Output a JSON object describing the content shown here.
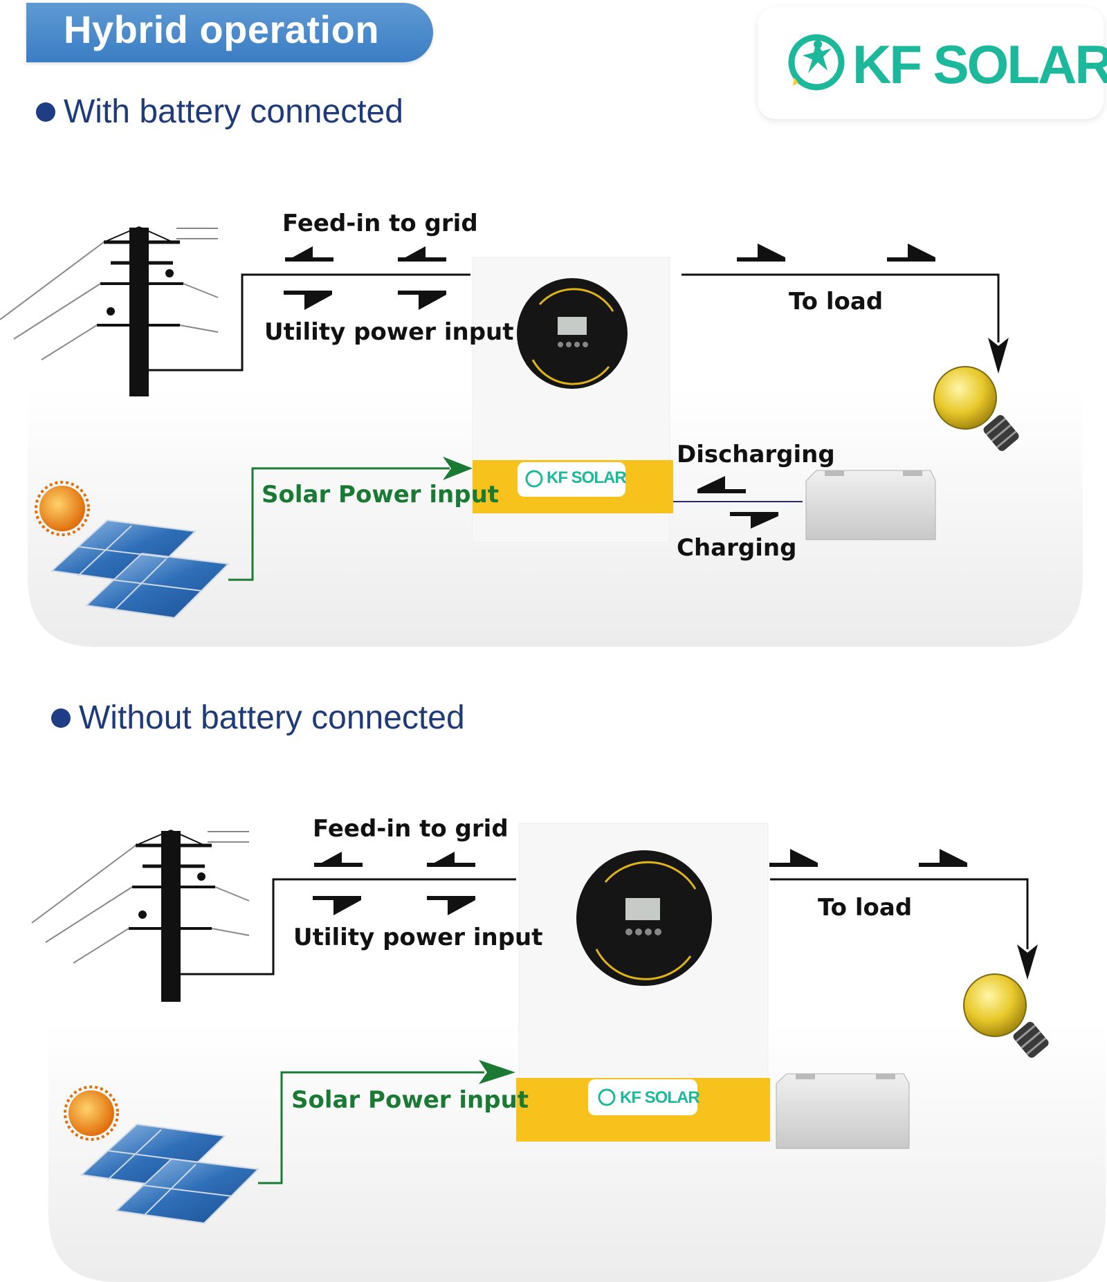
{
  "title": "Hybrid operation",
  "logo": {
    "text": "KF SOLAR",
    "mini_text": "KF SOLAR",
    "color": "#1bb89b"
  },
  "sections": [
    {
      "heading": "With battery connected",
      "labels": {
        "feed_in": "Feed-in to grid",
        "utility": "Utility power input",
        "to_load": "To load",
        "solar": "Solar Power input",
        "discharging": "Discharging",
        "charging": "Charging"
      }
    },
    {
      "heading": "Without battery connected",
      "labels": {
        "feed_in": "Feed-in to grid",
        "utility": "Utility power input",
        "to_load": "To load",
        "solar": "Solar Power input"
      }
    }
  ],
  "colors": {
    "banner": "#3b7dc4",
    "heading": "#1e3a78",
    "solar_line": "#1a7a34",
    "inverter_band": "#f7c21b",
    "ring": "#e0b318"
  }
}
